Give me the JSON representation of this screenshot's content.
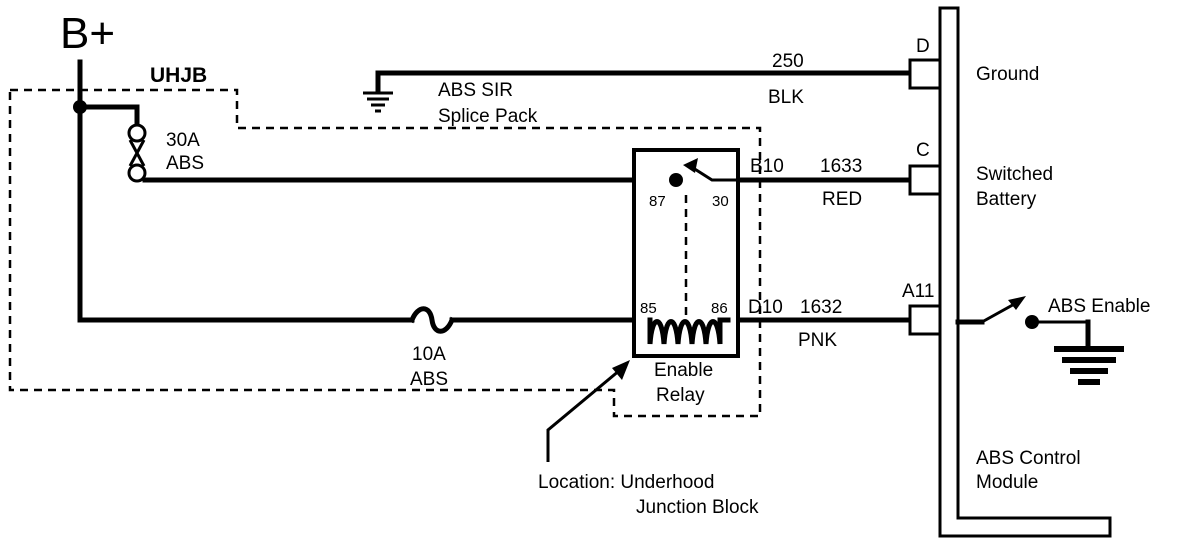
{
  "labels": {
    "b_plus": "B+",
    "uhjb": "UHJB",
    "fuse30_rating": "30A",
    "fuse30_name": "ABS",
    "sir_line1": "ABS SIR",
    "sir_line2": "Splice Pack",
    "fuse10_rating": "10A",
    "fuse10_name": "ABS",
    "relay_pin87": "87",
    "relay_pin30": "30",
    "relay_pin85": "85",
    "relay_pin86": "86",
    "relay_name_line1": "Enable",
    "relay_name_line2": "Relay",
    "location_line1": "Location:  Underhood",
    "location_line2": "Junction Block",
    "conn_b10": "B10",
    "conn_d10": "D10",
    "pin_d": "D",
    "pin_c": "C",
    "pin_a11": "A11",
    "ground_label": "Ground",
    "switched_line1": "Switched",
    "switched_line2": "Battery",
    "abs_enable": "ABS Enable",
    "module_line1": "ABS Control",
    "module_line2": "Module"
  },
  "wires": [
    {
      "circuit": "250",
      "color": "BLK"
    },
    {
      "circuit": "1633",
      "color": "RED"
    },
    {
      "circuit": "1632",
      "color": "PNK"
    }
  ]
}
